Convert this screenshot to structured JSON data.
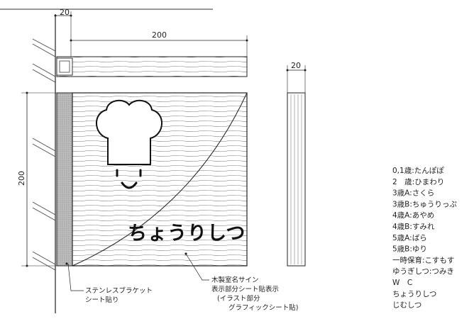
{
  "dimensions": {
    "bracket_thickness": "20",
    "sign_width": "200",
    "sign_height": "200",
    "side_thickness": "20"
  },
  "sign": {
    "room_name": "ちょうりしつ",
    "icon": "chef-hat-smiley-icon"
  },
  "callouts": {
    "bracket_line1": "ステンレスブラケット",
    "bracket_line2": "シート貼り",
    "panel_line1": "木製室名サイン",
    "panel_line2": "表示部分シート貼表示",
    "panel_line3": "(イラスト部分",
    "panel_line4": "グラフィックシート貼)"
  },
  "room_list": [
    "0,1歳:たんぽぽ",
    "2　歳:ひまわり",
    "3歳A:さくら",
    "3歳B:ちゅうりっぷ",
    "4歳A:あやめ",
    "4歳B:すみれ",
    "5歳A:ばら",
    "5歳B:ゆり",
    "一時保育:こすもす",
    "ゆうぎしつ:つみき",
    "W　C",
    "ちょうりしつ",
    "じむしつ"
  ]
}
